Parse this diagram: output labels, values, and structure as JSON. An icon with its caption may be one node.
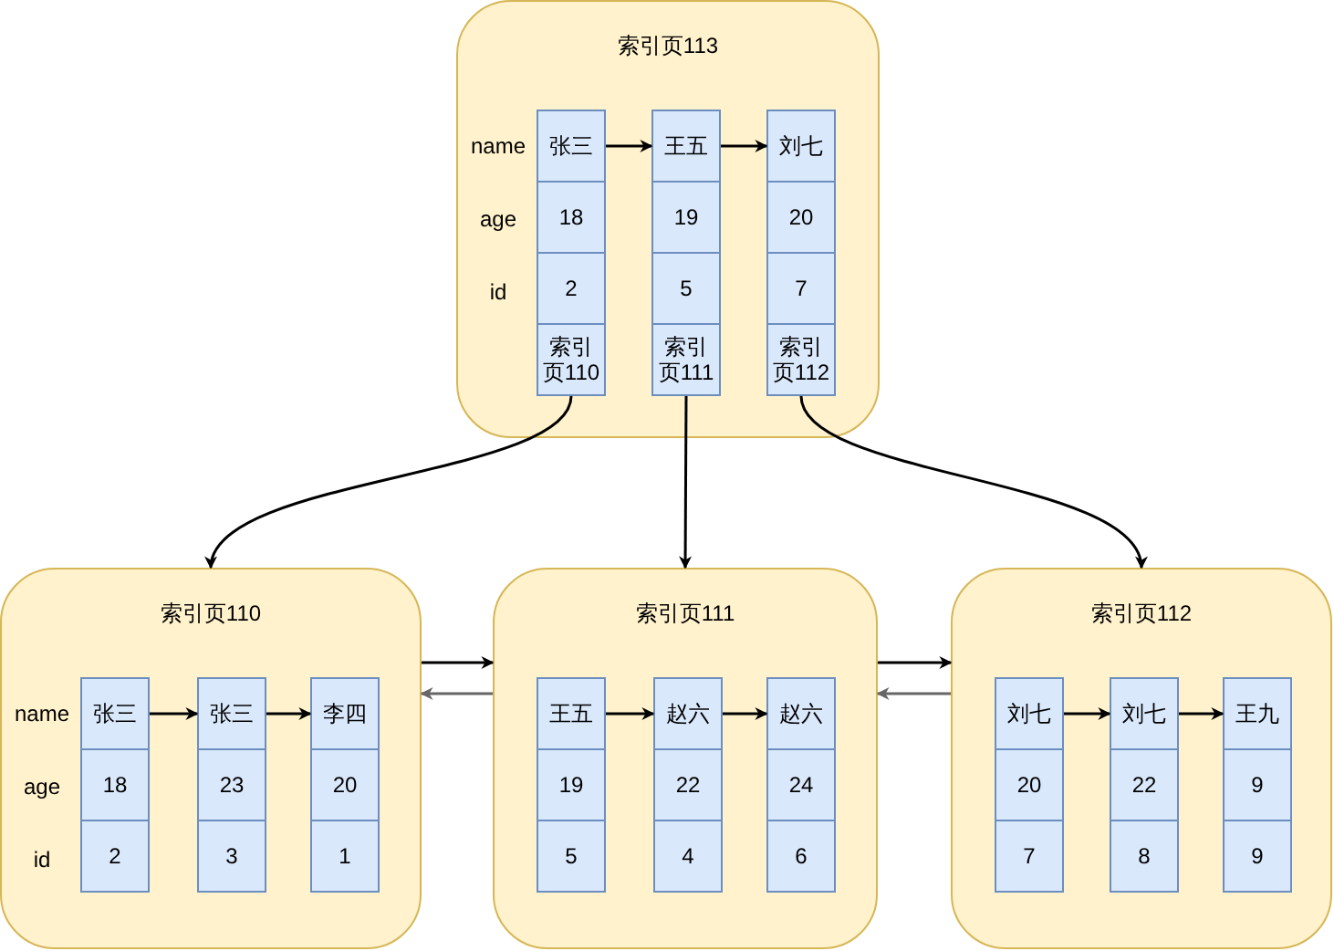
{
  "diagram": {
    "nodes": [
      {
        "text": [
          "索引页113",
          "name",
          "age",
          "id"
        ]
      },
      {
        "text": [
          "张三",
          "18",
          "2",
          "索引页110"
        ],
        "in": 0
      },
      {
        "text": [
          "王五",
          "19",
          "5",
          "索引页111"
        ],
        "in": 0
      },
      {
        "text": [
          "刘七",
          "20",
          "7",
          "索引页112"
        ],
        "in": 0
      },
      {
        "text": [
          "索引页110",
          "name",
          "age",
          "id"
        ]
      },
      {
        "text": [
          "张三",
          "18",
          "2"
        ],
        "in": 4
      },
      {
        "text": [
          "张三",
          "23",
          "3"
        ],
        "in": 4
      },
      {
        "text": [
          "李四",
          "20",
          "1"
        ],
        "in": 4
      },
      {
        "text": [
          "索引页111"
        ]
      },
      {
        "text": [
          "王五",
          "19",
          "5"
        ],
        "in": 8
      },
      {
        "text": [
          "赵六",
          "22",
          "4"
        ],
        "in": 8
      },
      {
        "text": [
          "赵六",
          "24",
          "6"
        ],
        "in": 8
      },
      {
        "text": [
          "索引页112"
        ]
      },
      {
        "text": [
          "刘七",
          "20",
          "7"
        ],
        "in": 12
      },
      {
        "text": [
          "刘七",
          "22",
          "8"
        ],
        "in": 12
      },
      {
        "text": [
          "王九",
          "9",
          "9"
        ],
        "in": 12
      }
    ],
    "edges": [
      {
        "from": 1,
        "to": 2,
        "arrow": "to"
      },
      {
        "from": 2,
        "to": 3,
        "arrow": "to"
      },
      {
        "from": 5,
        "to": 6,
        "arrow": "to"
      },
      {
        "from": 6,
        "to": 7,
        "arrow": "to"
      },
      {
        "from": 9,
        "to": 10,
        "arrow": "to"
      },
      {
        "from": 10,
        "to": 11,
        "arrow": "to"
      },
      {
        "from": 13,
        "to": 14,
        "arrow": "to"
      },
      {
        "from": 14,
        "to": 15,
        "arrow": "to"
      },
      {
        "from": 1,
        "to": 4,
        "arrow": "to"
      },
      {
        "from": 2,
        "to": 8,
        "arrow": "to"
      },
      {
        "from": 3,
        "to": 12,
        "arrow": "to"
      },
      {
        "from": 4,
        "to": 8,
        "arrow": "to"
      },
      {
        "from": 8,
        "to": 4,
        "arrow": "to",
        "color": "#666666"
      },
      {
        "from": 8,
        "to": 12,
        "arrow": "to"
      },
      {
        "from": 12,
        "to": 8,
        "arrow": "to",
        "color": "#666666"
      }
    ]
  }
}
